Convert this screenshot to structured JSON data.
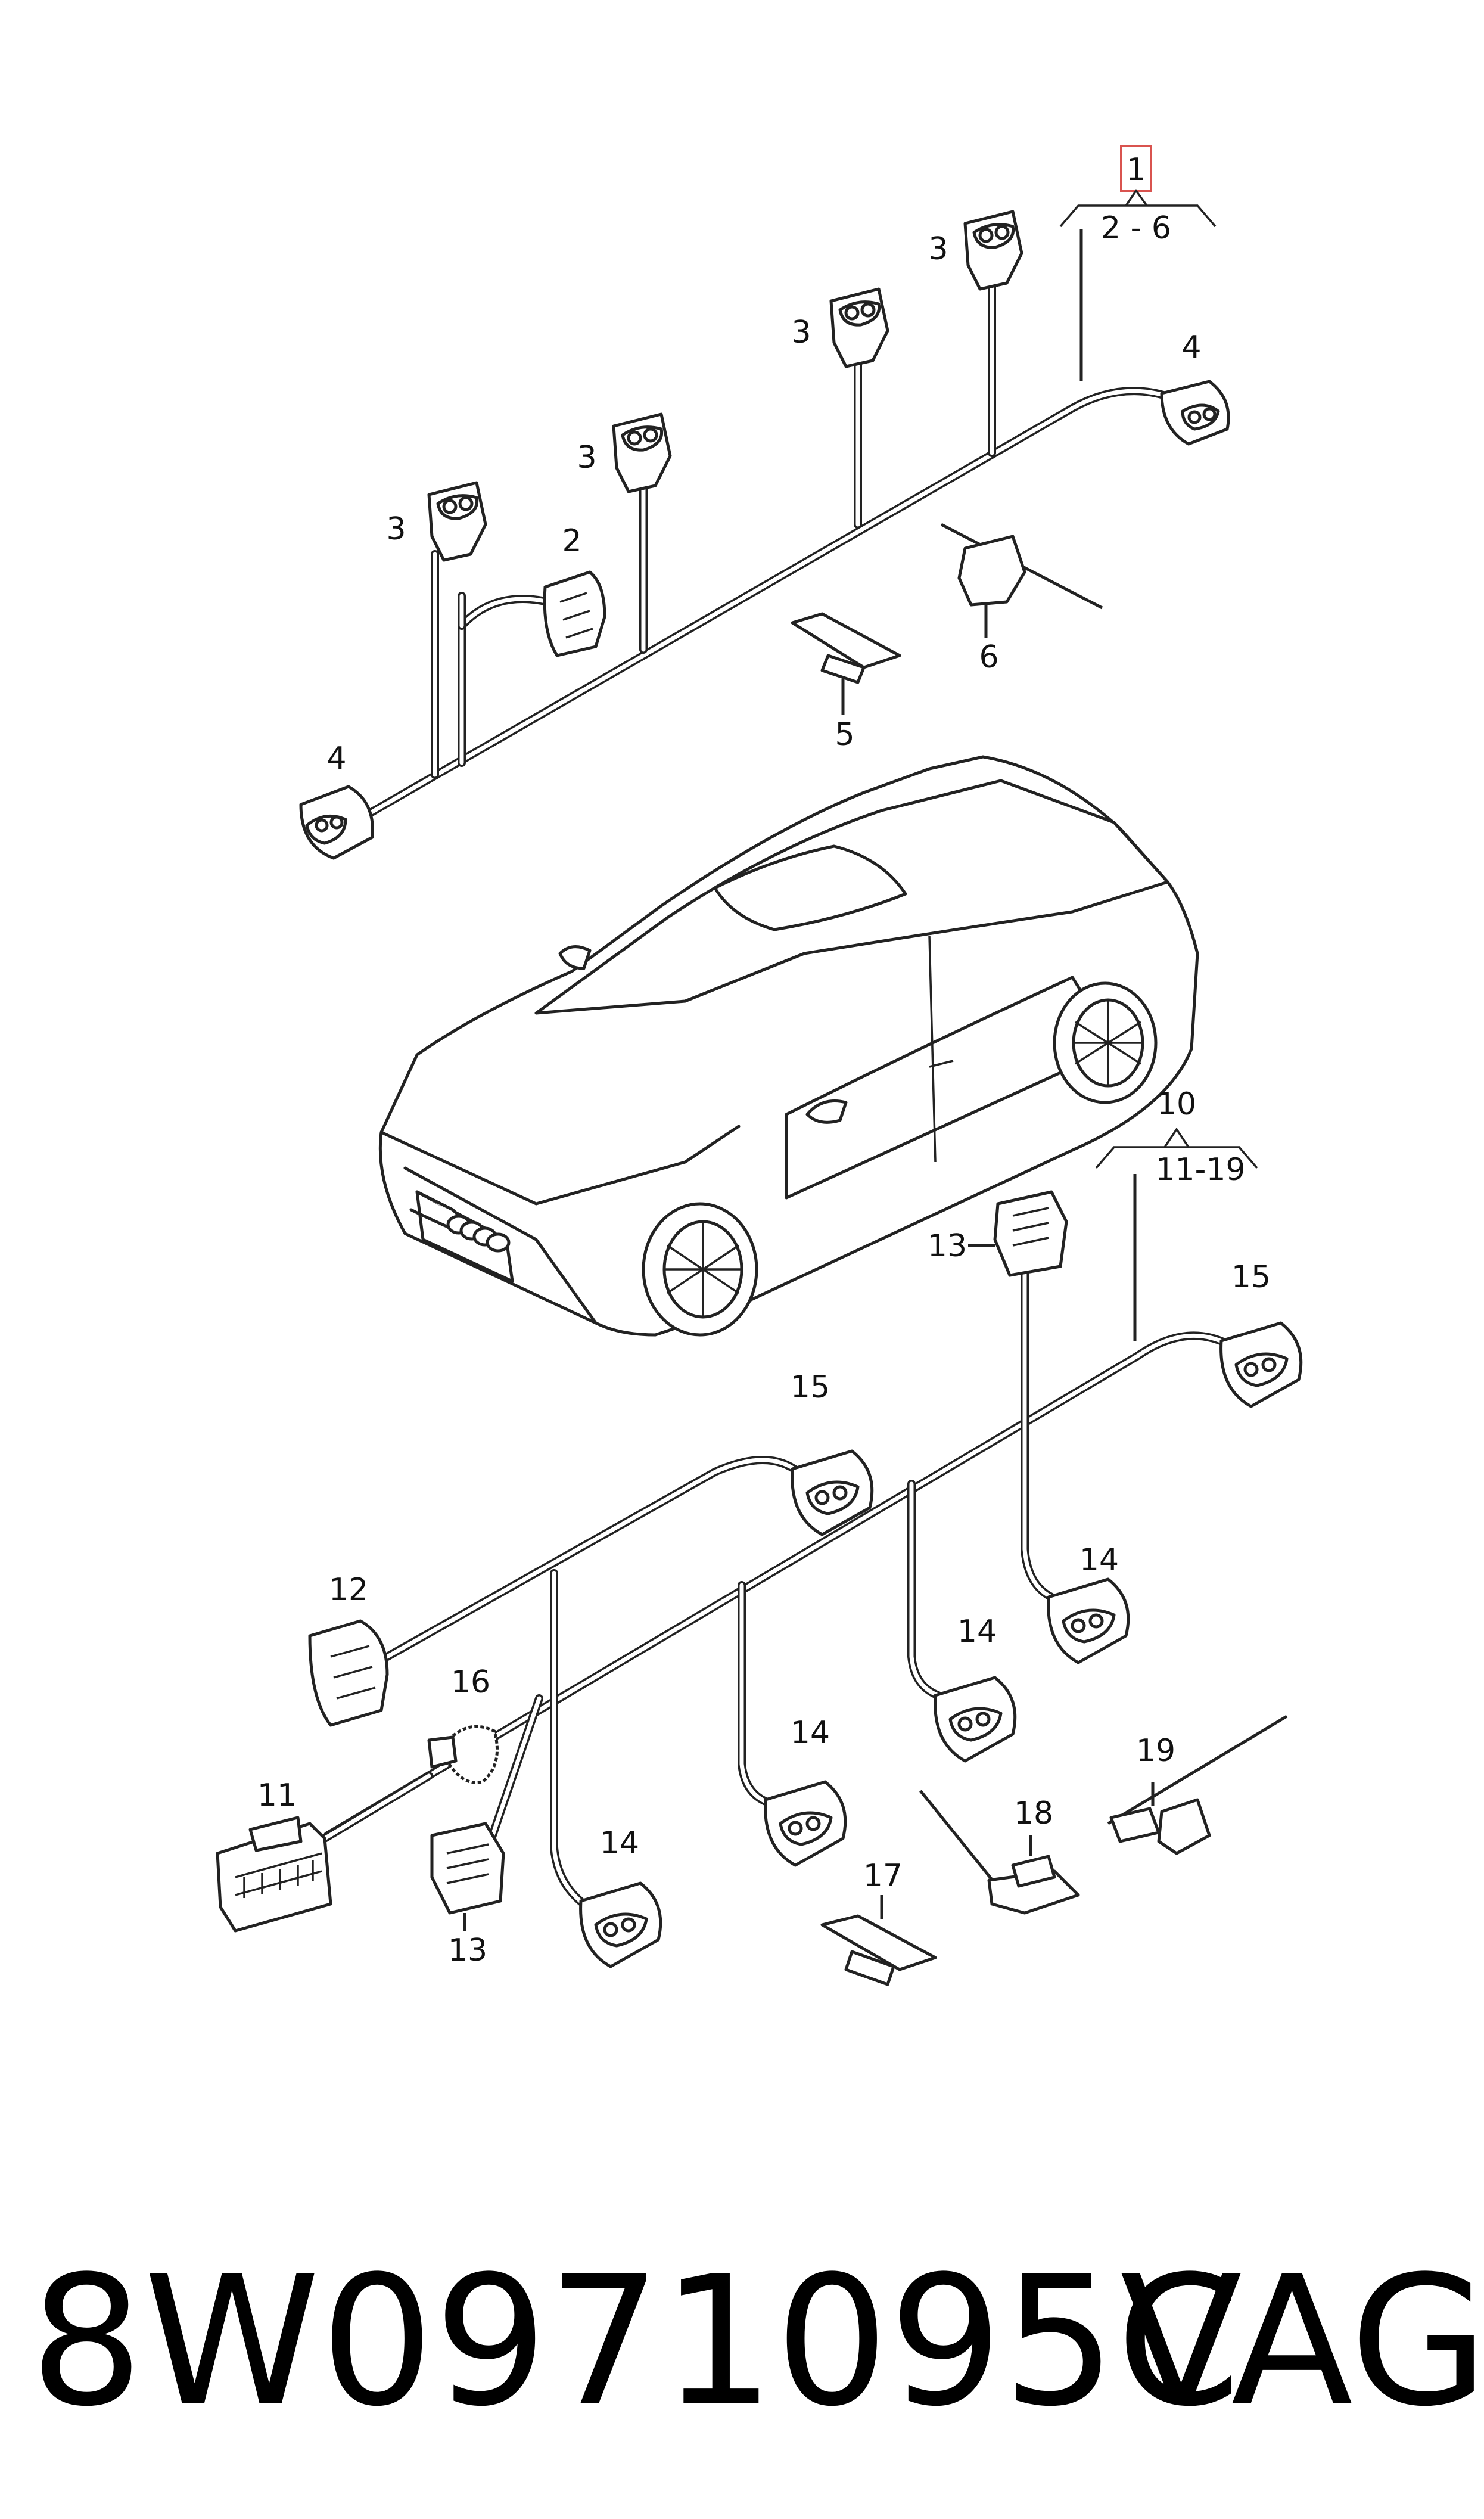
{
  "diagram": {
    "callouts": {
      "c1": "1",
      "c1_range": "2 - 6",
      "c2": "2",
      "c3a": "3",
      "c3b": "3",
      "c3c": "3",
      "c3d": "3",
      "c4a": "4",
      "c4b": "4",
      "c5": "5",
      "c6": "6",
      "c10": "10",
      "c10_range": "11-19",
      "c11": "11",
      "c12": "12",
      "c13a": "13",
      "c13b": "13",
      "c14a": "14",
      "c14b": "14",
      "c14c": "14",
      "c14d": "14",
      "c15a": "15",
      "c15b": "15",
      "c16": "16",
      "c17": "17",
      "c18": "18",
      "c19": "19"
    },
    "highlight_color": "#d9534f"
  },
  "footer": {
    "part_number": "8W0971095C",
    "brand": "VAG"
  }
}
